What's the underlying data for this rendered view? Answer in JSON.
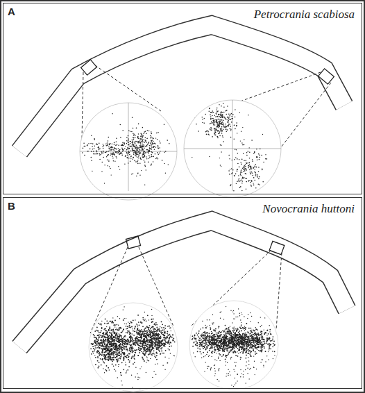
{
  "diagram": {
    "nodes": [
      {
        "text": [
          "A",
          "Petrocrania scabiosa"
        ]
      },
      {
        "text": [
          "B",
          "Novocrania huttoni"
        ]
      }
    ]
  }
}
